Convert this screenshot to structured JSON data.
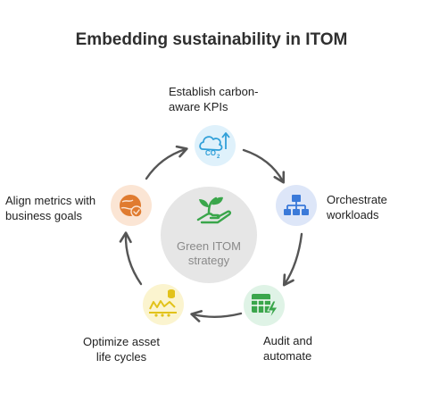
{
  "title": "Embedding sustainability in ITOM",
  "center": {
    "label": "Green ITOM\nstrategy",
    "icon": "sprout-hand-icon"
  },
  "steps": [
    {
      "label": "Establish carbon-\naware KPIs",
      "icon": "co2-cloud-icon",
      "color": "#dff1fb"
    },
    {
      "label": "Orchestrate\nworkloads",
      "icon": "workflow-hierarchy-icon",
      "color": "#dde6f8"
    },
    {
      "label": "Audit and\nautomate",
      "icon": "spreadsheet-bolt-icon",
      "color": "#dff3e6"
    },
    {
      "label": "Optimize asset\nlife cycles",
      "icon": "asset-lifecycle-icon",
      "color": "#fbf4cf"
    },
    {
      "label": "Align metrics with\nbusiness goals",
      "icon": "globe-check-icon",
      "color": "#fbe5d4"
    }
  ],
  "colors": {
    "arrow": "#555555",
    "center_circle": "#e6e6e6",
    "green_icon": "#3aa64b",
    "blue_icon": "#3b7ad9",
    "cyan_icon": "#2f9fd8",
    "yellow_icon": "#e2c21a",
    "orange_icon": "#e07b2f"
  }
}
